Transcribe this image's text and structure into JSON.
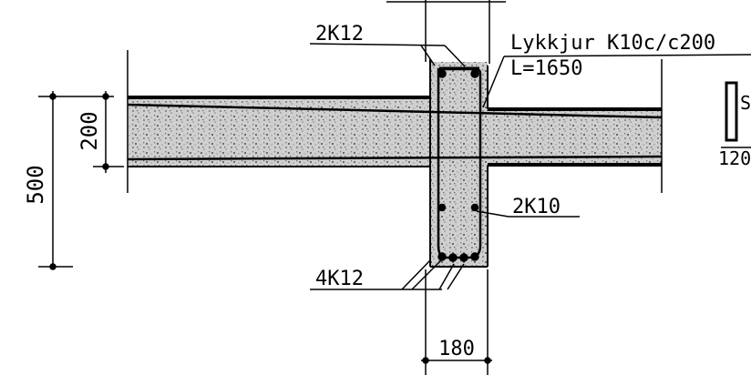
{
  "labels": {
    "top_rebar": "2K12",
    "stirrup_spec": "Lykkjur K10c/c200",
    "stirrup_length": "L=1650",
    "mid_rebar": "2K10",
    "bottom_rebar": "4K12",
    "right_cut_dim": "120",
    "right_cut_letter": "S"
  },
  "dimensions": {
    "overall_height": "500",
    "slab_thickness": "200",
    "beam_width": "180"
  },
  "colors": {
    "line": "#000000",
    "concrete_fill": "#cfcfcf",
    "concrete_speckle": "#6a6a6a",
    "background": "#ffffff"
  }
}
